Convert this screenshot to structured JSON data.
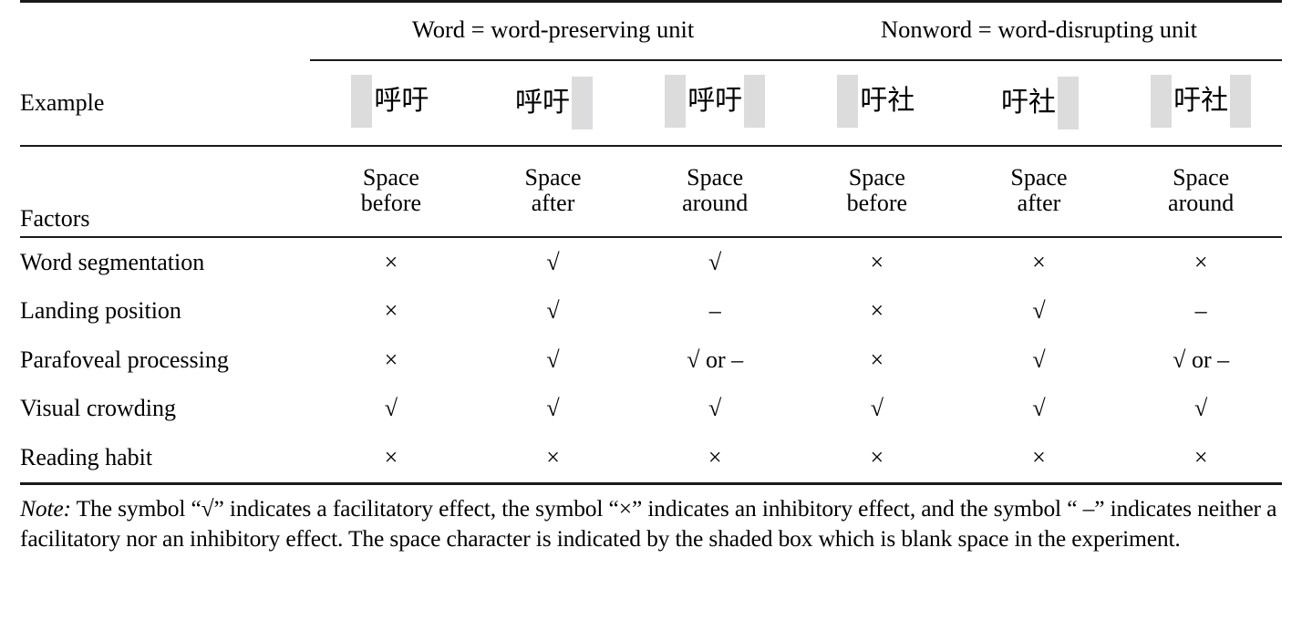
{
  "table": {
    "group_headers": [
      {
        "label": "Word = word-preserving unit",
        "span": 3
      },
      {
        "label": "Nonword = word-disrupting unit",
        "span": 3
      }
    ],
    "example_row_label": "Example",
    "factors_row_label": "Factors",
    "examples": [
      {
        "condition": "space-before",
        "text": "呼吁",
        "space_before": true,
        "space_after": false
      },
      {
        "condition": "space-after",
        "text": "呼吁",
        "space_before": false,
        "space_after": true
      },
      {
        "condition": "space-around",
        "text": "呼吁",
        "space_before": true,
        "space_after": true
      },
      {
        "condition": "space-before",
        "text": "吁社",
        "space_before": true,
        "space_after": false
      },
      {
        "condition": "space-after",
        "text": "吁社",
        "space_before": false,
        "space_after": true
      },
      {
        "condition": "space-around",
        "text": "吁社",
        "space_before": true,
        "space_after": true
      }
    ],
    "column_headers": [
      {
        "line1": "Space",
        "line2": "before"
      },
      {
        "line1": "Space",
        "line2": "after"
      },
      {
        "line1": "Space",
        "line2": "around"
      },
      {
        "line1": "Space",
        "line2": "before"
      },
      {
        "line1": "Space",
        "line2": "after"
      },
      {
        "line1": "Space",
        "line2": "around"
      }
    ],
    "rows": [
      {
        "factor": "Word segmentation",
        "values": [
          "×",
          "√",
          "√",
          "×",
          "×",
          "×"
        ]
      },
      {
        "factor": "Landing position",
        "values": [
          "×",
          "√",
          "–",
          "×",
          "√",
          "–"
        ]
      },
      {
        "factor": "Parafoveal processing",
        "values": [
          "×",
          "√",
          "√ or –",
          "×",
          "√",
          "√ or –"
        ]
      },
      {
        "factor": "Visual crowding",
        "values": [
          "√",
          "√",
          "√",
          "√",
          "√",
          "√"
        ]
      },
      {
        "factor": "Reading habit",
        "values": [
          "×",
          "×",
          "×",
          "×",
          "×",
          "×"
        ]
      }
    ]
  },
  "note": {
    "prefix": "Note:",
    "text": " The symbol “√” indicates a facilitatory effect, the symbol “×” indicates an inhibitory effect, and the symbol “ –” indicates neither a facilitatory nor an inhibitory effect. The space character is indicated by the shaded box which is blank space in the experiment."
  },
  "colors": {
    "rule": "#1a1a1a",
    "shaded_box": "#dcdcdd",
    "text": "#000000"
  }
}
